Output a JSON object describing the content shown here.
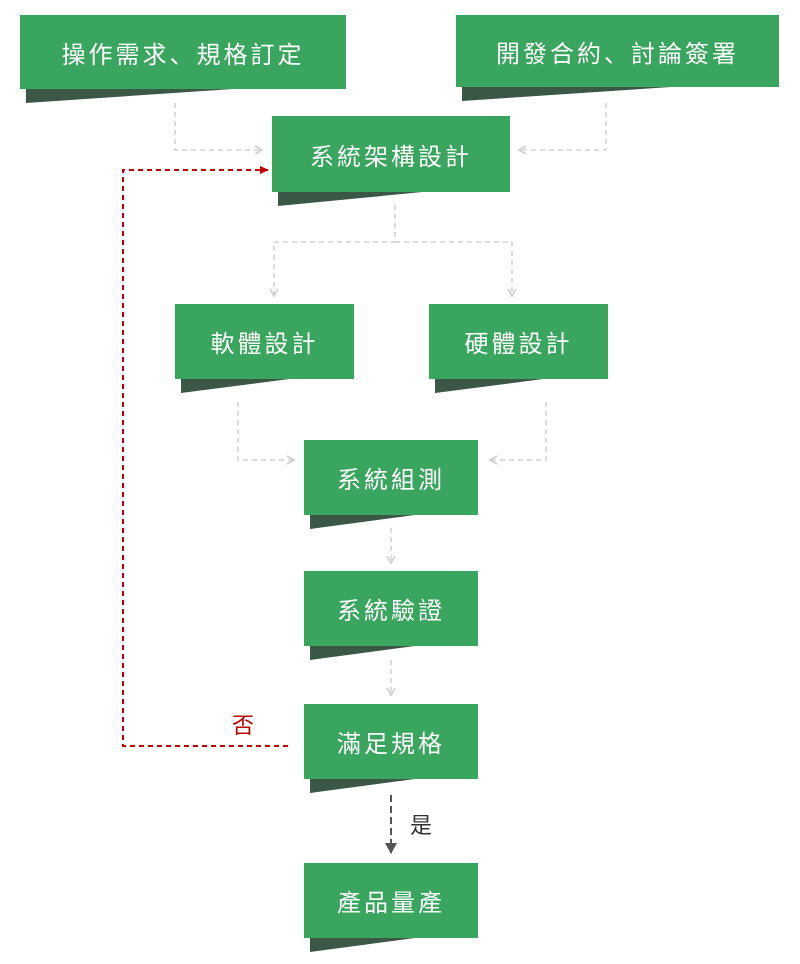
{
  "nodes": {
    "ops_req": "操作需求、規格訂定",
    "contract": "開發合約、討論簽署",
    "sys_arch": "系統架構設計",
    "sw_design": "軟體設計",
    "hw_design": "硬體設計",
    "sys_integ": "系統組測",
    "sys_verify": "系統驗證",
    "meet_spec": "滿足規格",
    "production": "產品量產"
  },
  "labels": {
    "no": "否",
    "yes": "是"
  },
  "colors": {
    "box": "#3aa55e",
    "shadow": "#3b5746",
    "connector": "#d3d3d3",
    "feedback": "#c00000",
    "yes_arrow": "#555555"
  }
}
